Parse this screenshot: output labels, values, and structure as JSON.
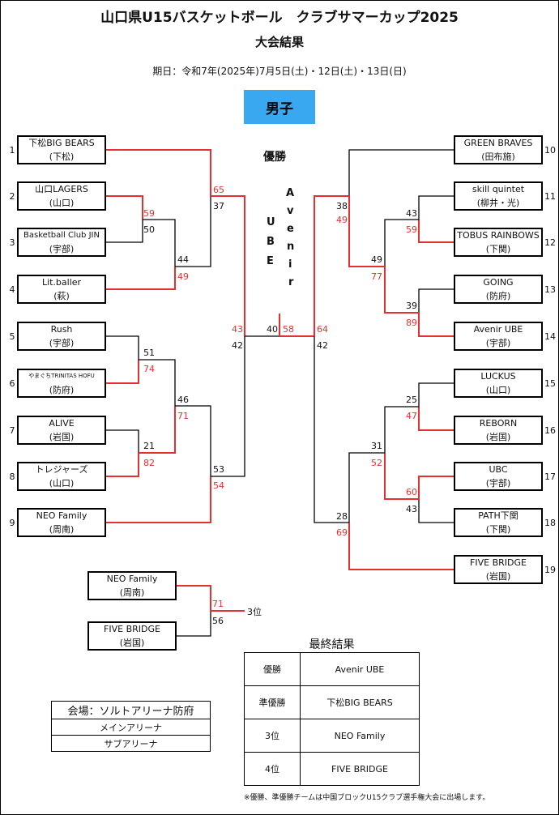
{
  "header": {
    "title": "山口県U15バスケットボール　クラブサマーカップ2025",
    "subtitle": "大会結果",
    "dates": "期日：令和7年(2025年)7月5日(土)・12日(土)・13日(日)",
    "division": "男子"
  },
  "left_teams": [
    {
      "seed": "1",
      "name": "下松BIG BEARS",
      "region": "(下松)"
    },
    {
      "seed": "2",
      "name": "山口LAGERS",
      "region": "(山口)"
    },
    {
      "seed": "3",
      "name": "Basketball Club JIN",
      "region": "(宇部)"
    },
    {
      "seed": "4",
      "name": "Lit.baller",
      "region": "(萩)"
    },
    {
      "seed": "5",
      "name": "Rush",
      "region": "(宇部)"
    },
    {
      "seed": "6",
      "name": "やまぐちTRINITAS HOFU",
      "region": "(防府)"
    },
    {
      "seed": "7",
      "name": "ALIVE",
      "region": "(岩国)"
    },
    {
      "seed": "8",
      "name": "トレジャーズ",
      "region": "(山口)"
    },
    {
      "seed": "9",
      "name": "NEO Family",
      "region": "(周南)"
    }
  ],
  "right_teams": [
    {
      "seed": "10",
      "name": "GREEN BRAVES",
      "region": "(田布施)"
    },
    {
      "seed": "11",
      "name": "skill quintet",
      "region": "(柳井・光)"
    },
    {
      "seed": "12",
      "name": "TOBUS RAINBOWS",
      "region": "(下関)"
    },
    {
      "seed": "13",
      "name": "GOING",
      "region": "(防府)"
    },
    {
      "seed": "14",
      "name": "Avenir UBE",
      "region": "(宇部)"
    },
    {
      "seed": "15",
      "name": "LUCKUS",
      "region": "(山口)"
    },
    {
      "seed": "16",
      "name": "REBORN",
      "region": "(岩国)"
    },
    {
      "seed": "17",
      "name": "UBC",
      "region": "(宇部)"
    },
    {
      "seed": "18",
      "name": "PATH下関",
      "region": "(下関)"
    },
    {
      "seed": "19",
      "name": "FIVE BRIDGE",
      "region": "(岩国)"
    }
  ],
  "scores": {
    "l_r1_2": "59",
    "l_r1_3": "50",
    "l_r1_5": "51",
    "l_r1_6": "74",
    "l_r1_7": "21",
    "l_r1_8": "82",
    "l_qf_a_top": "44",
    "l_qf_a_bot": "49",
    "l_qf_b_top": "46",
    "l_qf_b_bot": "71",
    "l_qf_c_top": "53",
    "l_qf_c_bot": "54",
    "l_sf_1": "65",
    "l_sf_2": "37",
    "l_semi_top": "43",
    "l_semi_bot": "42",
    "final_left": "40",
    "final_right": "58",
    "r_semi_top": "64",
    "r_semi_bot": "42",
    "r_sf_top": "38",
    "r_sf_bot": "49",
    "r_qf_a_top": "43",
    "r_qf_a_bot": "59",
    "r_qf_b_top": "49",
    "r_qf_b_bot": "77",
    "r_r1_13": "39",
    "r_r1_14": "89",
    "r_r1_15": "25",
    "r_r1_16": "47",
    "r_qf_c_top": "31",
    "r_qf_c_bot": "52",
    "r_r1_17": "60",
    "r_r1_18": "43",
    "r_sf2_top": "28",
    "r_sf2_bot": "69",
    "third_top": "71",
    "third_bot": "56"
  },
  "champion": {
    "label": "優勝",
    "team_line1": [
      "A",
      "v",
      "e",
      "n",
      "i",
      "r"
    ],
    "team_line2": [
      "U",
      "B",
      "E"
    ]
  },
  "third_place": {
    "team1": {
      "name": "NEO Family",
      "region": "(周南)"
    },
    "team2": {
      "name": "FIVE BRIDGE",
      "region": "(岩国)"
    },
    "label": "3位"
  },
  "final_results": {
    "title": "最終結果",
    "rows": [
      {
        "rank": "優勝",
        "team": "Avenir UBE"
      },
      {
        "rank": "準優勝",
        "team": "下松BIG BEARS"
      },
      {
        "rank": "3位",
        "team": "NEO Family"
      },
      {
        "rank": "4位",
        "team": "FIVE BRIDGE"
      }
    ]
  },
  "venue": {
    "header": "会場：ソルトアリーナ防府",
    "rows": [
      "メインアリーナ",
      "サブアリーナ"
    ]
  },
  "note": "※優勝、準優勝チームは中国ブロックU15クラブ選手権大会に出場します。",
  "colors": {
    "winner_line": "#e53030",
    "division_bg": "#3aa8f0"
  }
}
